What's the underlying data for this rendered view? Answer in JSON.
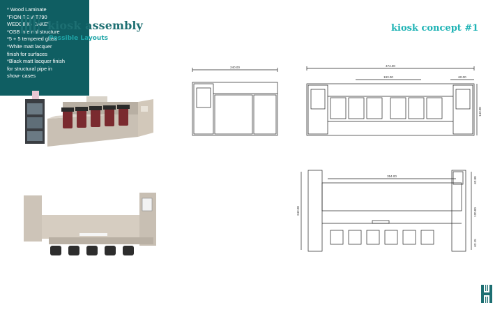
{
  "header": {
    "title": "kiosk assembly",
    "subtitle": "Possible Layouts",
    "concept_label": "kiosk concept #1"
  },
  "drawings": {
    "side_width_dim": "240.00",
    "front_width_dim": "474.00",
    "front_center_dim": "193.00",
    "front_right_dim": "60.00",
    "front_height_dim": "143.00",
    "plan_width_dim": "354.00",
    "plan_left_dim": "243.00",
    "plan_right_top_dim": "62.00",
    "plan_right_mid_dim": "120.00",
    "plan_right_bottom_dim": "62.15"
  },
  "specs": {
    "lines": [
      "* Wood Laminate",
      "\"FIONITE WT790",
      "WEDDING CAKE\"",
      "*OSB internal structure",
      "*5 + 5 tempered glass",
      "*White matt lacquer",
      "finish  for surfaces",
      "*Black matt lacquer finish",
      "for structural pipe in",
      "show-  cases"
    ]
  },
  "colors": {
    "brand_dark": "#1d6f72",
    "brand_light": "#1fb3b5",
    "spec_box": "#0f5e62"
  }
}
